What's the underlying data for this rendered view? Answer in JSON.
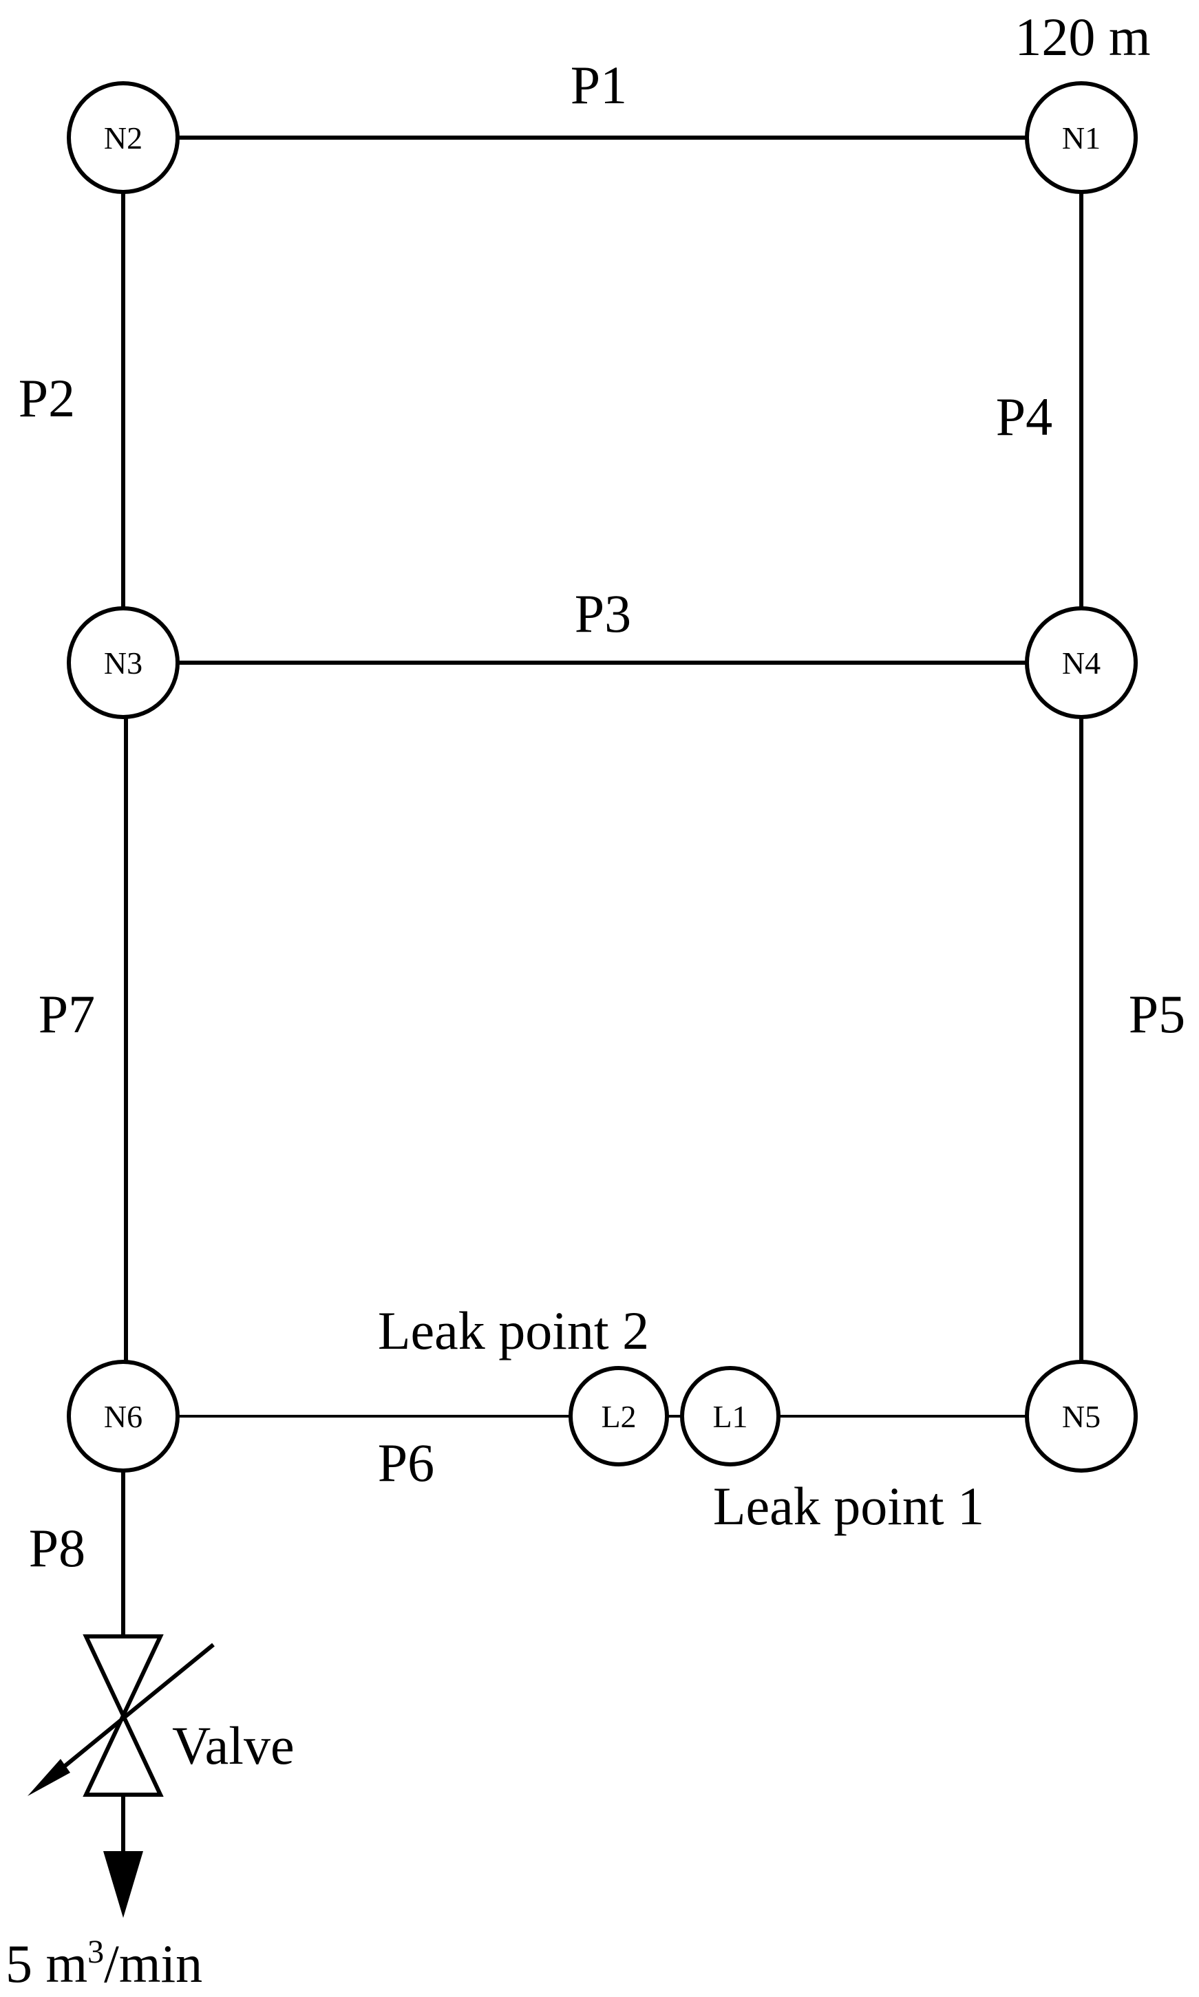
{
  "nodes": {
    "n1": "N1",
    "n2": "N2",
    "n3": "N3",
    "n4": "N4",
    "n5": "N5",
    "n6": "N6",
    "l1": "L1",
    "l2": "L2"
  },
  "pipes": {
    "p1": "P1",
    "p2": "P2",
    "p3": "P3",
    "p4": "P4",
    "p5": "P5",
    "p6": "P6",
    "p7": "P7",
    "p8": "P8"
  },
  "annotations": {
    "reservoir_head": "120 m",
    "leak_point_1": "Leak point 1",
    "leak_point_2": "Leak point 2",
    "valve": "Valve",
    "outflow_prefix": "5 m",
    "outflow_exponent": "3",
    "outflow_suffix": "/min"
  }
}
